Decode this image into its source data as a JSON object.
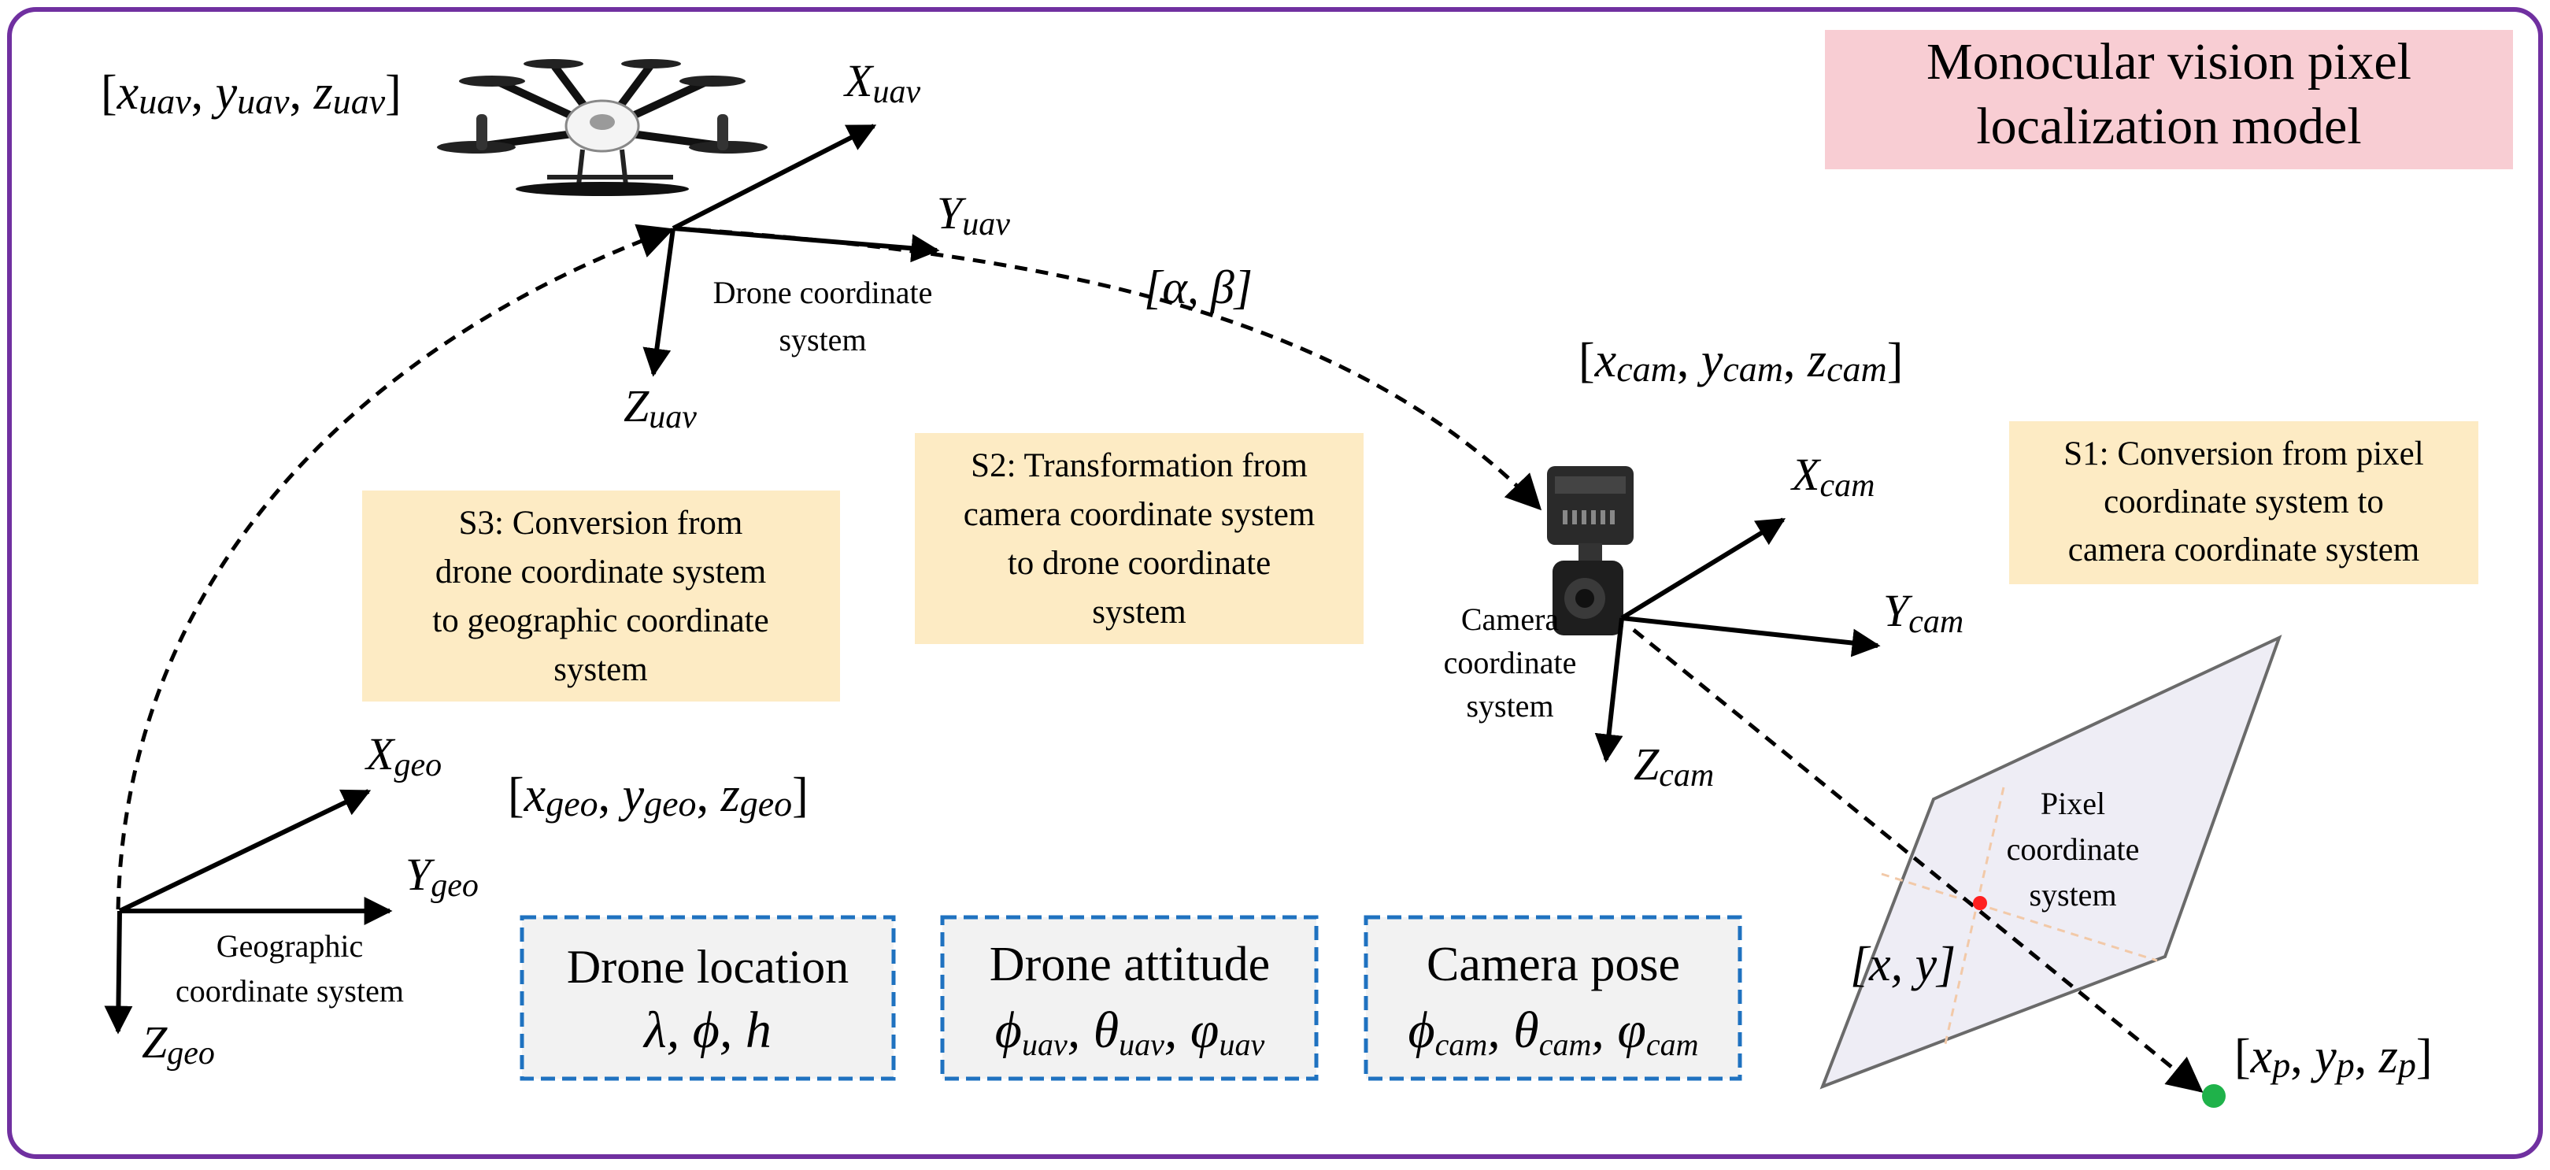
{
  "title": {
    "line1": "Monocular vision pixel",
    "line2": "localization model"
  },
  "drone": {
    "coord_label": "[xuav, yuav, zuav]",
    "coord_parts": [
      "x",
      "uav",
      "y",
      "uav",
      "z",
      "uav"
    ],
    "axis_x": {
      "main": "X",
      "sub": "uav"
    },
    "axis_y": {
      "main": "Y",
      "sub": "uav"
    },
    "axis_z": {
      "main": "Z",
      "sub": "uav"
    },
    "system_line1": "Drone coordinate",
    "system_line2": "system"
  },
  "angles_label": "[α, β]",
  "camera": {
    "coord_label": "[xcam, ycam, zcam]",
    "coord_parts": [
      "x",
      "cam",
      "y",
      "cam",
      "z",
      "cam"
    ],
    "axis_x": {
      "main": "X",
      "sub": "cam"
    },
    "axis_y": {
      "main": "Y",
      "sub": "cam"
    },
    "axis_z": {
      "main": "Z",
      "sub": "cam"
    },
    "system_line1": "Camera",
    "system_line2": "coordinate",
    "system_line3": "system"
  },
  "geo": {
    "coord_label": "[xgeo, ygeo, zgeo]",
    "coord_parts": [
      "x",
      "geo",
      "y",
      "geo",
      "z",
      "geo"
    ],
    "axis_x": {
      "main": "X",
      "sub": "geo"
    },
    "axis_y": {
      "main": "Y",
      "sub": "geo"
    },
    "axis_z": {
      "main": "Z",
      "sub": "geo"
    },
    "system_line1": "Geographic",
    "system_line2": "coordinate system"
  },
  "pixel": {
    "system_line1": "Pixel",
    "system_line2": "coordinate",
    "system_line3": "system",
    "point_label": "[x, y]",
    "target_label": "[xp, yp, zp]",
    "target_parts": [
      "x",
      "p",
      "y",
      "p",
      "z",
      "p"
    ]
  },
  "steps": {
    "s1": [
      "S1: Conversion from pixel",
      "coordinate system to",
      "camera coordinate system"
    ],
    "s2": [
      "S2: Transformation from",
      "camera coordinate system",
      "to drone coordinate",
      "system"
    ],
    "s3": [
      "S3: Conversion from",
      "drone coordinate system",
      "to geographic coordinate",
      "system"
    ]
  },
  "params": {
    "location": {
      "title": "Drone location",
      "value": "λ, ϕ, h"
    },
    "attitude": {
      "title": "Drone attitude",
      "symbols": [
        "ϕ",
        "θ",
        "φ"
      ],
      "sub": "uav"
    },
    "pose": {
      "title": "Camera pose",
      "symbols": [
        "ϕ",
        "θ",
        "φ"
      ],
      "sub": "cam"
    }
  },
  "colors": {
    "frame": "#7030a0",
    "title_bg": "#f8cdd3",
    "step_bg": "#fdebc4",
    "param_border": "#1f72c0",
    "param_bg": "#f2f2f2",
    "pixel_dot": "#ff2020",
    "target_dot": "#1fb24a",
    "plane_fill": "#eeedf5"
  },
  "icons": {
    "drone": "quadcopter-drone-icon",
    "camera": "gimbal-camera-icon"
  }
}
